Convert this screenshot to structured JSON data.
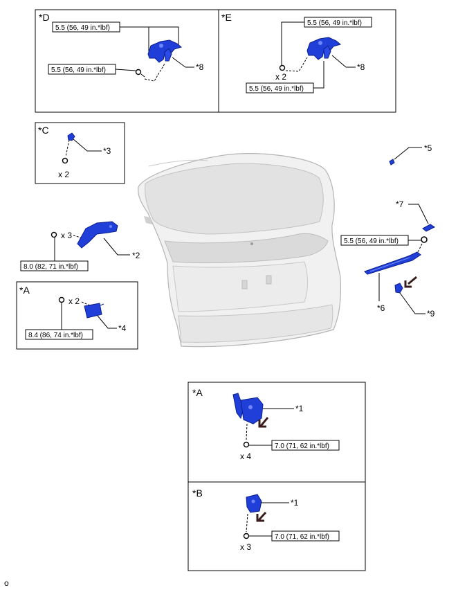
{
  "panels": {
    "D": {
      "label": "*D",
      "torque_a": "5.5 (56, 49 in.*lbf)",
      "torque_b": "5.5 (56, 49 in.*lbf)",
      "part": "*8"
    },
    "E": {
      "label": "*E",
      "torque_a": "5.5 (56, 49 in.*lbf)",
      "qty": "x 2",
      "torque_b": "5.5 (56, 49 in.*lbf)",
      "part": "*8"
    },
    "C": {
      "label": "*C",
      "part": "*3",
      "qty": "x 2"
    },
    "A_top": {
      "label": "*A",
      "qty": "x 2",
      "torque": "8.4 (86, 74 in.*lbf)",
      "part": "*4"
    },
    "A_bottom": {
      "label": "*A",
      "part": "*1",
      "torque": "7.0 (71, 62 in.*lbf)",
      "qty": "x 4"
    },
    "B": {
      "label": "*B",
      "part": "*1",
      "torque": "7.0 (71, 62 in.*lbf)",
      "qty": "x 3"
    }
  },
  "loose": {
    "p2": {
      "qty": "x 3",
      "torque": "8.0 (82, 71 in.*lbf)",
      "part": "*2"
    },
    "p5": {
      "part": "*5"
    },
    "p7": {
      "part": "*7",
      "torque": "5.5 (56, 49 in.*lbf)"
    },
    "p6": {
      "part": "*6"
    },
    "p9": {
      "part": "*9"
    }
  },
  "footer": {
    "code": "o"
  },
  "colors": {
    "part": "#1f3fd8",
    "part_dark": "#0b1f8c",
    "door": "#f1f1f1",
    "door_line": "#b4b4b4"
  }
}
